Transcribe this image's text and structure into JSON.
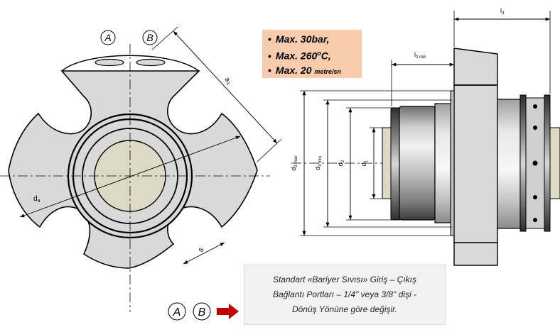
{
  "specs": {
    "pressure": "Max. 30bar,",
    "temperature_value": "Max. 260",
    "temperature_sup": "o",
    "temperature_unit": "C,",
    "speed_value": "Max. 20 ",
    "speed_unit": "metre/sn"
  },
  "note": {
    "line1": "Standart «Bariyer Sıvısı» Giriş – Çıkış",
    "line2": "Bağlantı Portları – 1/4\" veya 3/8\" dişi  -",
    "line3": "Dönüş Yönüne göre değişir."
  },
  "port_labels": {
    "a": "A",
    "b": "B"
  },
  "dimensions": {
    "a1": "a1",
    "da": "da",
    "s": "s",
    "l3": "l3",
    "l2min": "l2 min",
    "d3max": "d3 max",
    "d3min": "d3 min",
    "d2": "d2",
    "d1": "d1"
  },
  "colors": {
    "part_fill": "#d9d9d9",
    "shaft_fill": "#ddd9c4",
    "spec_box": "#f8cbad",
    "arrow": "#c00000",
    "note_box": "#f2f2f2"
  }
}
